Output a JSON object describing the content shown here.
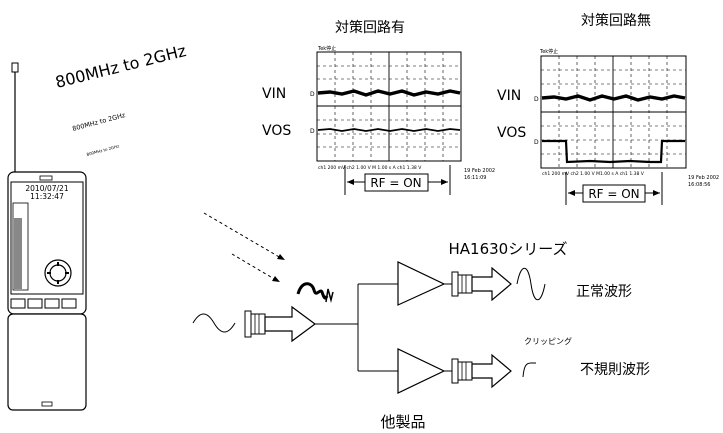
{
  "scope_left": {
    "title": "対策回路有",
    "header": "Tek停止",
    "vin_label": "VIN",
    "vos_label": "VOS",
    "readout": "ch1   200 mV   ch2   1.00 V   M 1.00 s   A  ch1   1.38 V",
    "rf_label": "RF = ON",
    "date": "19 Feb 2002",
    "time": "16:11:09"
  },
  "scope_right": {
    "title": "対策回路無",
    "header": "Tek停止",
    "vin_label": "VIN",
    "vos_label": "VOS",
    "readout": "ch1   200 mV   ch2   1.00 V   M1.00 s   A  ch1   1.38 V",
    "rf_label": "RF = ON",
    "date": "19 Feb 2002",
    "time": "16:08:56"
  },
  "phone": {
    "date": "2010/07/21",
    "time": "11:32:47"
  },
  "rf_text": {
    "large": "800MHz to 2GHz",
    "medium": "800MHz to 2GHz",
    "small": "800MHz to 2GHz"
  },
  "circuit": {
    "top_amp_label": "HA1630シリーズ",
    "top_output_label": "正常波形",
    "clipping_label": "クリッピング",
    "bottom_output_label": "不規則波形",
    "bottom_amp_label": "他製品"
  }
}
